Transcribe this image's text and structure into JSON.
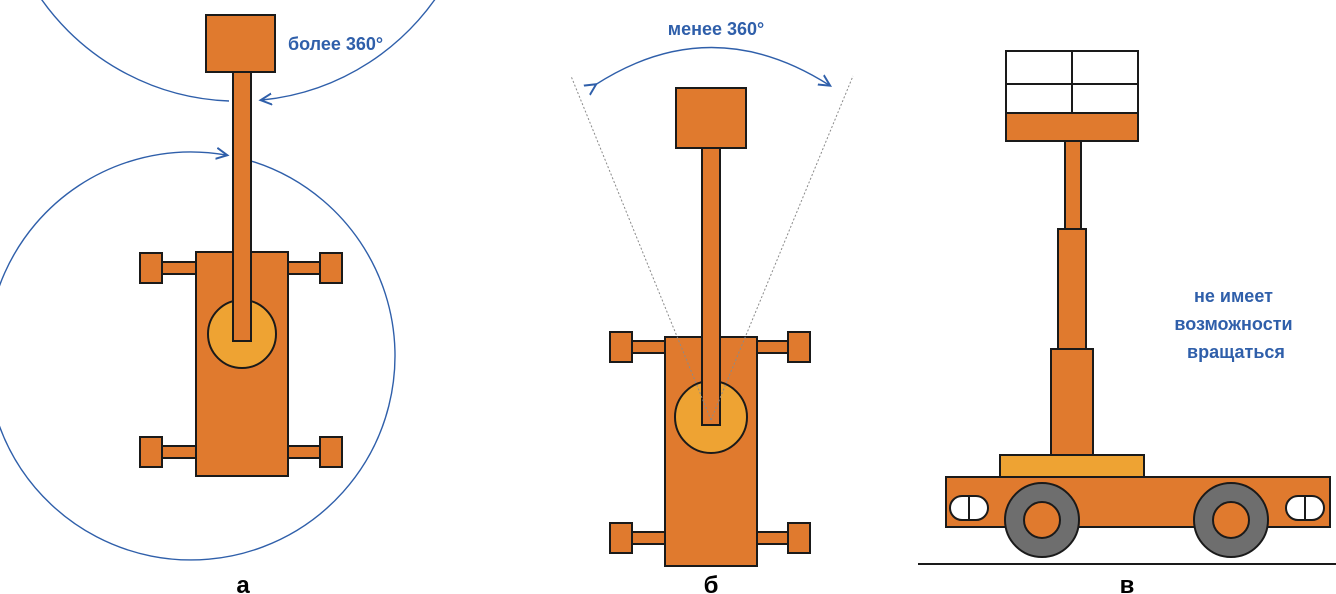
{
  "panels": {
    "a": {
      "label": "а",
      "rotation_text": "более 360°"
    },
    "b": {
      "label": "б",
      "rotation_text": "менее 360°"
    },
    "c": {
      "label": "в",
      "text_lines": [
        "не имеет",
        "возможности",
        "вращаться"
      ]
    }
  },
  "colors": {
    "body_orange": "#e07a2e",
    "turntable_orange": "#eea333",
    "annotation_blue": "#2f5faa"
  }
}
